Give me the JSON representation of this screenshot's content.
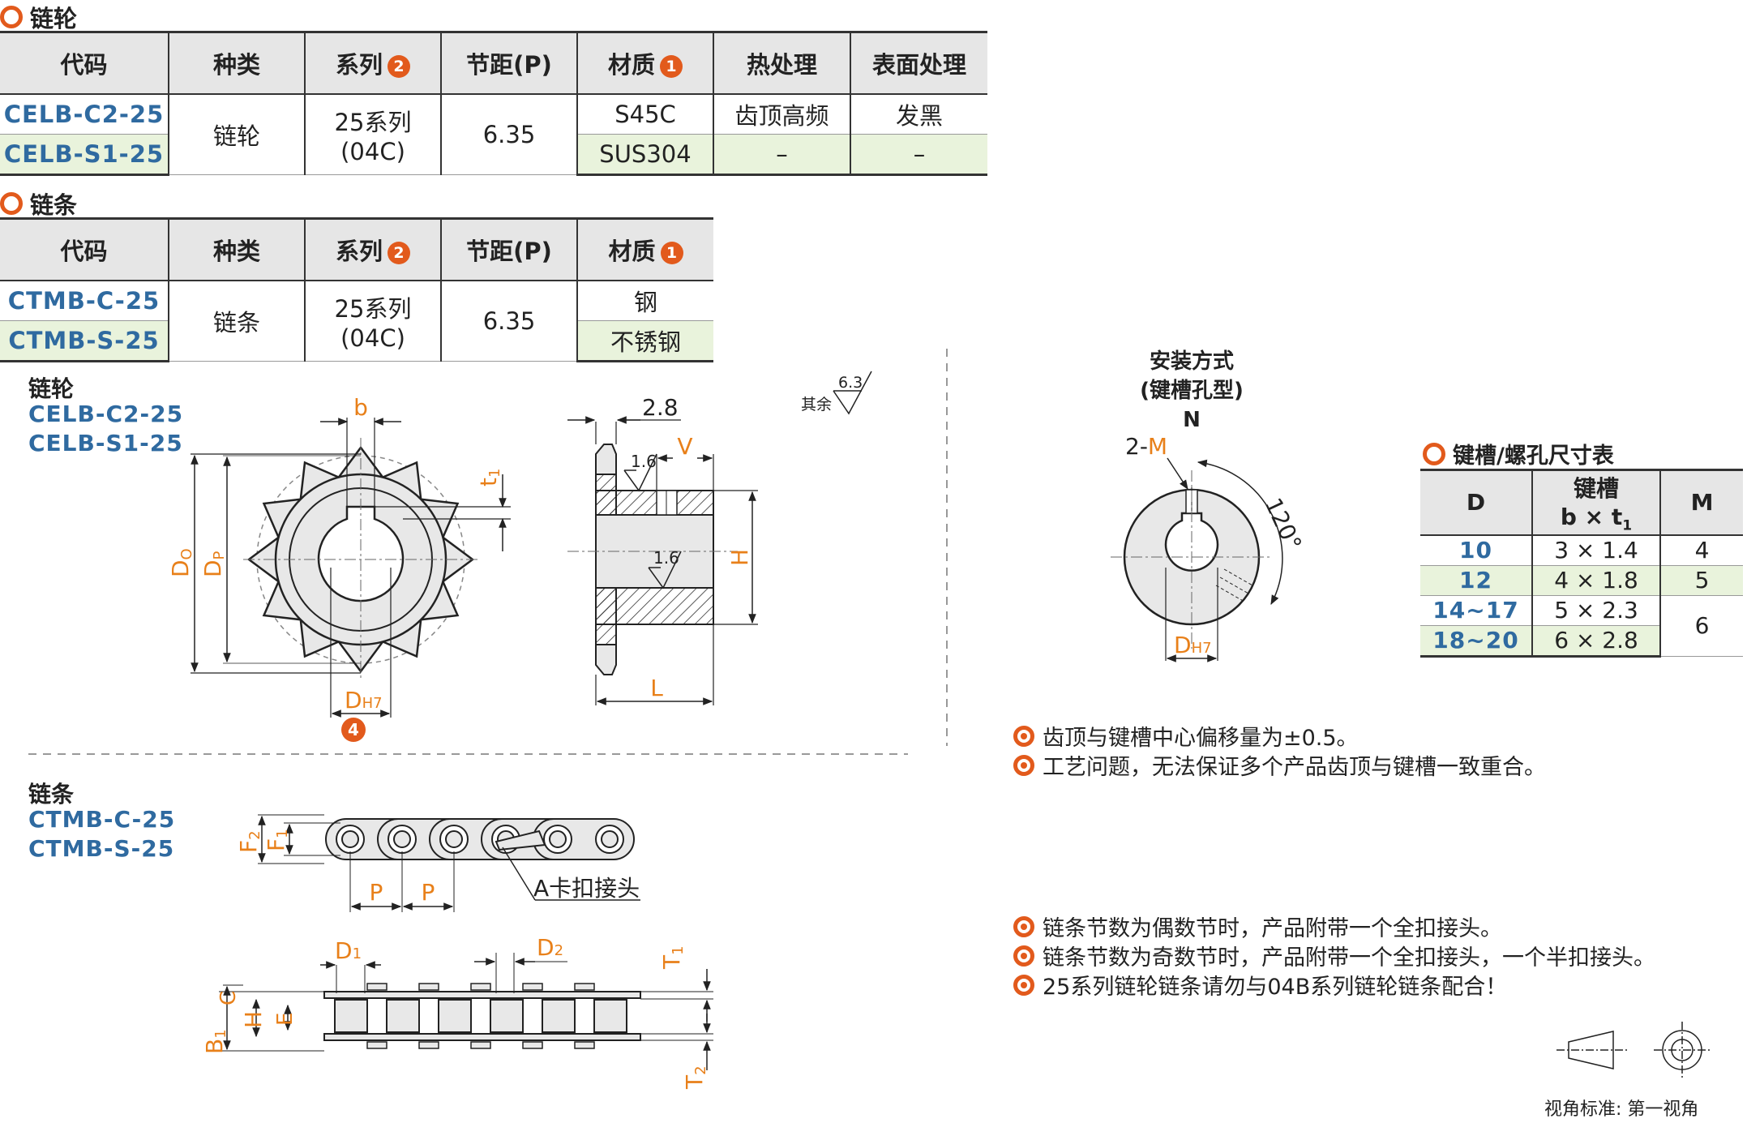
{
  "sprocket_section": {
    "title": "链轮",
    "headers": [
      "代码",
      "种类",
      "系列",
      "节距(P)",
      "材质",
      "热处理",
      "表面处理"
    ],
    "series_badge": "2",
    "material_badge": "1",
    "rows": [
      {
        "code": "CELB-C2-25",
        "material": "S45C",
        "heat": "齿顶高频",
        "surface": "发黑"
      },
      {
        "code": "CELB-S1-25",
        "material": "SUS304",
        "heat": "–",
        "surface": "–"
      }
    ],
    "type": "链轮",
    "series_line1": "25系列",
    "series_line2": "(04C)",
    "pitch": "6.35"
  },
  "chain_section": {
    "title": "链条",
    "headers": [
      "代码",
      "种类",
      "系列",
      "节距(P)",
      "材质"
    ],
    "series_badge": "2",
    "material_badge": "1",
    "rows": [
      {
        "code": "CTMB-C-25",
        "material": "钢"
      },
      {
        "code": "CTMB-S-25",
        "material": "不锈钢"
      }
    ],
    "type": "链条",
    "series_line1": "25系列",
    "series_line2": "(04C)",
    "pitch": "6.35"
  },
  "drawing_sprocket": {
    "label": "链轮",
    "codes": [
      "CELB-C2-25",
      "CELB-S1-25"
    ],
    "dims": {
      "b": "b",
      "t1": "t",
      "t1_sub": "1",
      "Do": "D",
      "Do_sub": "O",
      "Dp": "D",
      "Dp_sub": "P",
      "DH7": "D",
      "DH7_sub": "H7",
      "badge4": "4",
      "w28": "2.8",
      "V": "V",
      "H": "H",
      "L": "L",
      "r1": "1.6",
      "r2": "1.6"
    },
    "rough_note": "其余",
    "rough_val": "6.3"
  },
  "install": {
    "title1": "安装方式",
    "title2": "(键槽孔型)",
    "type": "N",
    "m_prefix": "2-",
    "m": "M",
    "angle": "120°",
    "dh7": "D",
    "dh7_sub": "H7"
  },
  "key_table": {
    "title": "键槽/螺孔尺寸表",
    "h_d": "D",
    "h_key1": "键槽",
    "h_key2": "b × t",
    "h_key2_sub": "1",
    "h_m": "M",
    "rows": [
      {
        "d": "10",
        "key": "3 × 1.4",
        "m": "4"
      },
      {
        "d": "12",
        "key": "4 × 1.8",
        "m": "5"
      },
      {
        "d": "14~17",
        "key": "5 × 2.3",
        "m": "6"
      },
      {
        "d": "18~20",
        "key": "6 × 2.8",
        "m": ""
      }
    ]
  },
  "notes1": [
    "齿顶与键槽中心偏移量为±0.5。",
    "工艺问题，无法保证多个产品齿顶与键槽一致重合。"
  ],
  "drawing_chain": {
    "label": "链条",
    "codes": [
      "CTMB-C-25",
      "CTMB-S-25"
    ],
    "dims": {
      "F2": "F",
      "F2_sub": "2",
      "F1": "F",
      "F1_sub": "1",
      "P1": "P",
      "P2": "P",
      "A": "A卡扣接头",
      "D1": "D",
      "D1_sub": "1",
      "D2": "D",
      "D2_sub": "2",
      "T1": "T",
      "T1_sub": "1",
      "T2": "T",
      "T2_sub": "2",
      "B1": "B",
      "B1_sub": "1",
      "C": "C",
      "H": "H",
      "E": "E"
    }
  },
  "notes2": [
    "链条节数为偶数节时，产品附带一个全扣接头。",
    "链条节数为奇数节时，产品附带一个全扣接头，一个半扣接头。",
    "25系列链轮链条请勿与04B系列链轮链条配合！"
  ],
  "view_standard": "视角标准: 第一视角",
  "colors": {
    "accent": "#e25a1c",
    "code_blue": "#2f6aa0",
    "header_gray": "#e6e6e6",
    "row_green": "#e9f3dc",
    "dim_orange": "#e8801a"
  }
}
